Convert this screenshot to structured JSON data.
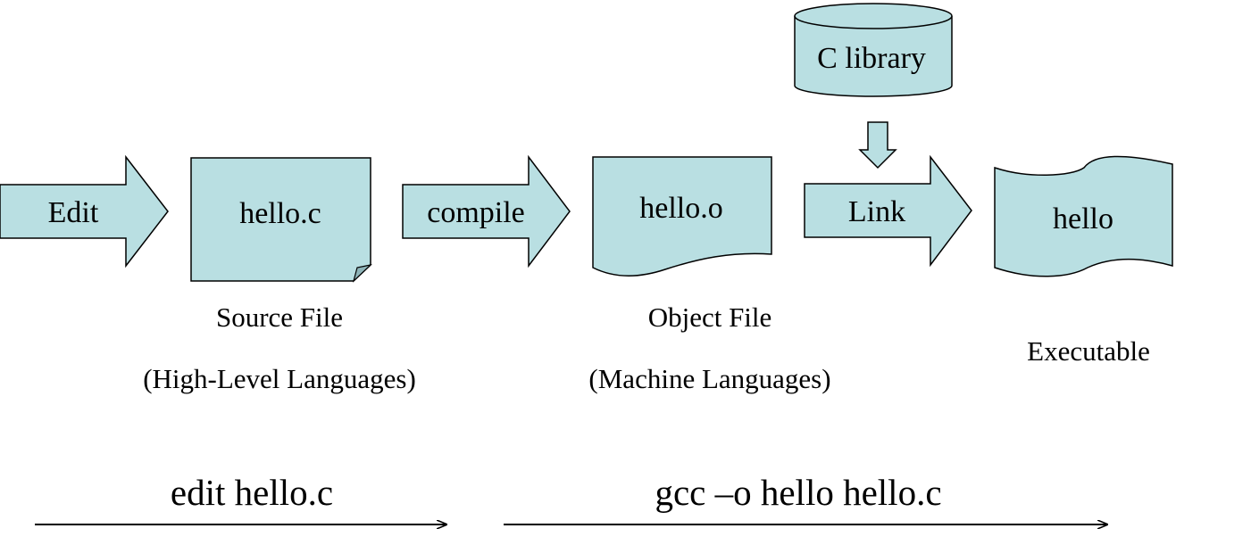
{
  "steps": {
    "edit": "Edit",
    "compile": "compile",
    "link": "Link"
  },
  "files": {
    "source": {
      "name": "hello.c",
      "caption": "Source File",
      "subcaption": "(High-Level Languages)"
    },
    "object": {
      "name": "hello.o",
      "caption": "Object File",
      "subcaption": "(Machine Languages)"
    },
    "executable": {
      "name": "hello",
      "caption": "Executable"
    }
  },
  "library": {
    "name": "C library"
  },
  "commands": {
    "edit": "edit hello.c",
    "build": "gcc –o hello hello.c"
  },
  "colors": {
    "fill": "#b9dfe2",
    "fold": "#8eb4b8",
    "stroke": "#000000"
  }
}
